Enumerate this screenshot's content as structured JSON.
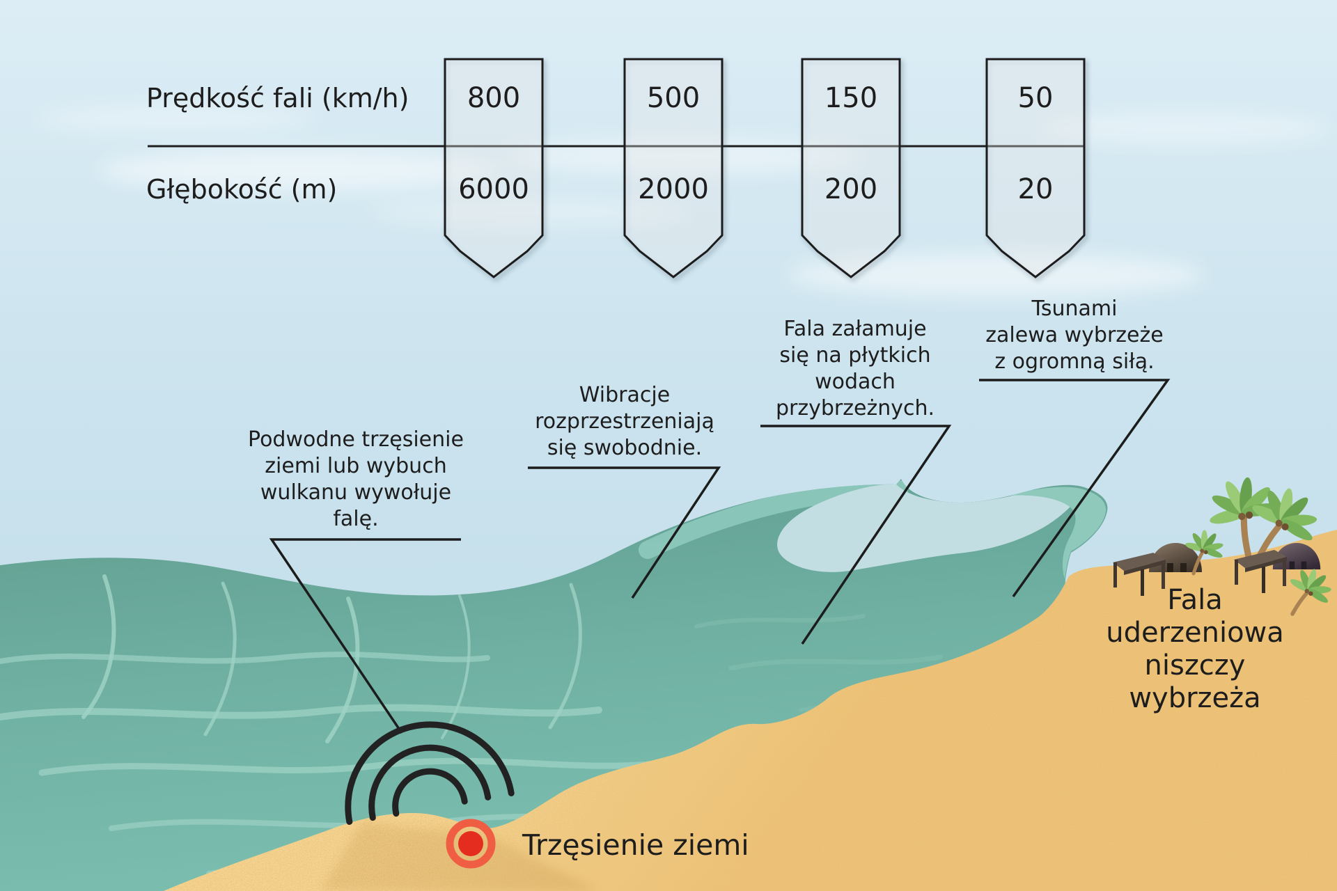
{
  "table": {
    "speed_label": "Prędkość fali (km/h)",
    "depth_label": "Głębokość (m)",
    "columns": [
      {
        "speed": "800",
        "depth": "6000"
      },
      {
        "speed": "500",
        "depth": "2000"
      },
      {
        "speed": "150",
        "depth": "200"
      },
      {
        "speed": "50",
        "depth": "20"
      }
    ]
  },
  "annotations": [
    {
      "text": "Podwodne trzęsienie\nziemi lub wybuch\nwulkanu wywołuje\nfalę."
    },
    {
      "text": "Wibracje\nrozprzestrzeniają\nsię swobodnie."
    },
    {
      "text": "Fala załamuje\nsię na płytkich\nwodach\nprzybrzeżnych."
    },
    {
      "text": "Tsunami\nzalewa wybrzeże\nz ogromną siłą."
    }
  ],
  "captions": {
    "shock_wave": "Fala uderzeniowa\nniszczy wybrzeża",
    "earthquake": "Trzęsienie ziemi"
  },
  "icons": {
    "epicenter": "epicenter-arcs-icon",
    "earthquake_marker": "earthquake-target-icon",
    "palms": "palm-tree-icon",
    "huts": "beach-hut-icon"
  },
  "colors": {
    "sky_top": "#d9ecf4",
    "sky_bottom": "#bcd9e6",
    "sea_deep": "#619e90",
    "sea_light": "#7abdaf",
    "sea_streak": "#9dd2c4",
    "crest_mint": "#8ec9bc",
    "foam": "#c3dee2",
    "sand_light": "#f6d897",
    "sand_deep": "#ebbf73",
    "ink": "#1d1d1d",
    "target_ring": "#ef5d43",
    "target_dot": "#e42d1f",
    "palm_green": "#7db35c"
  }
}
